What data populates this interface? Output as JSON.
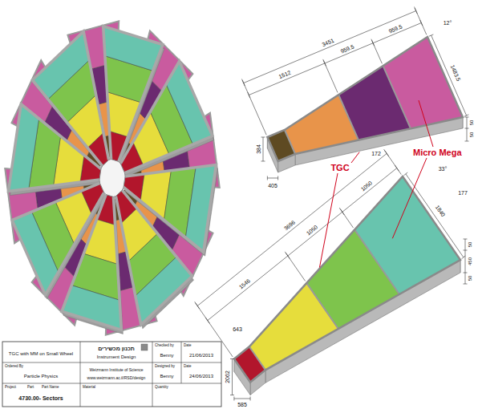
{
  "diagram": {
    "labels": [
      "3451",
      "1512",
      "959.5",
      "959.5",
      "1483.5",
      "12°",
      "384",
      "405",
      "50",
      "50",
      "3696",
      "1546",
      "1050",
      "1050",
      "1840",
      "33°",
      "172",
      "177",
      "643",
      "2062",
      "585",
      "50",
      "450",
      "50",
      "TGC",
      "Micro Mega",
      "TGC with MM on Small Wheel",
      "תכנון מכשירים",
      "Instrument Design",
      "Checked by",
      "Benny",
      "Date",
      "21/06/2013",
      "Ordered By",
      "Particle Physics",
      "Weizmann Institute of Science",
      "www.weizmann.ac.il/RSD/design",
      "Designed by",
      "Benny",
      "Date",
      "24/06/2013",
      "Project",
      "Part",
      "Part Name",
      "4730.00- Sectors",
      "Material",
      "Quantity"
    ]
  }
}
